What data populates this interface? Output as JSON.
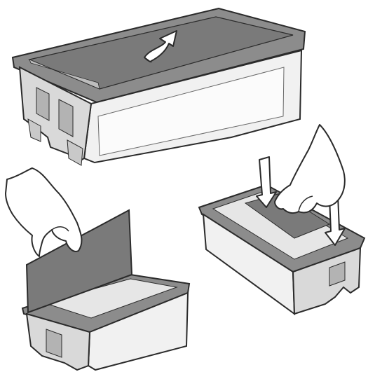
{
  "figure": {
    "panels": [
      {
        "id": "panel-1",
        "depicts": "cover-with-protective-tape"
      },
      {
        "id": "panel-2",
        "depicts": "hand-peeling-tape"
      },
      {
        "id": "panel-3",
        "depicts": "hands-pressing-down"
      }
    ],
    "colors": {
      "background": "#ffffff",
      "outline": "#2b2b2b",
      "plastic_light": "#f1f1f1",
      "plastic_mid": "#d9d9d9",
      "plastic_dark": "#b3b3b3",
      "flange": "#8c8c8c",
      "tape": "#7a7a7a",
      "hand_fill": "#ffffff"
    },
    "icons": [
      "curved-peel-arrow-icon",
      "down-arrow-icon"
    ]
  }
}
